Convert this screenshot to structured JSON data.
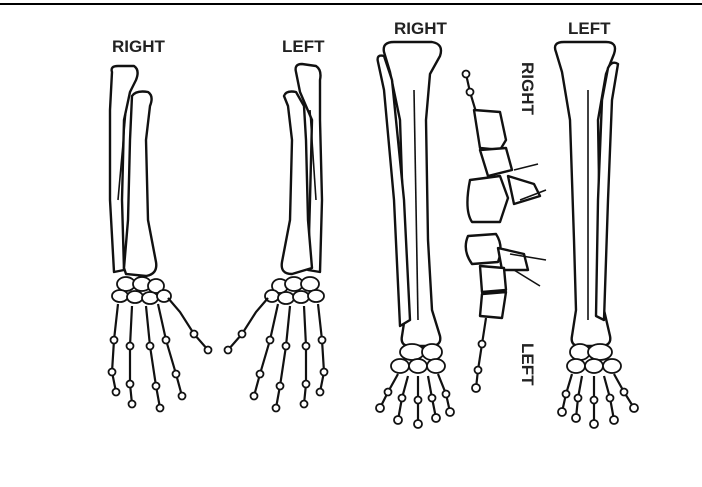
{
  "labels": {
    "arm_right": "RIGHT",
    "arm_left": "LEFT",
    "leg_right": "RIGHT",
    "leg_left": "LEFT",
    "foot_side_right": "RIGHT",
    "foot_side_left": "LEFT"
  }
}
